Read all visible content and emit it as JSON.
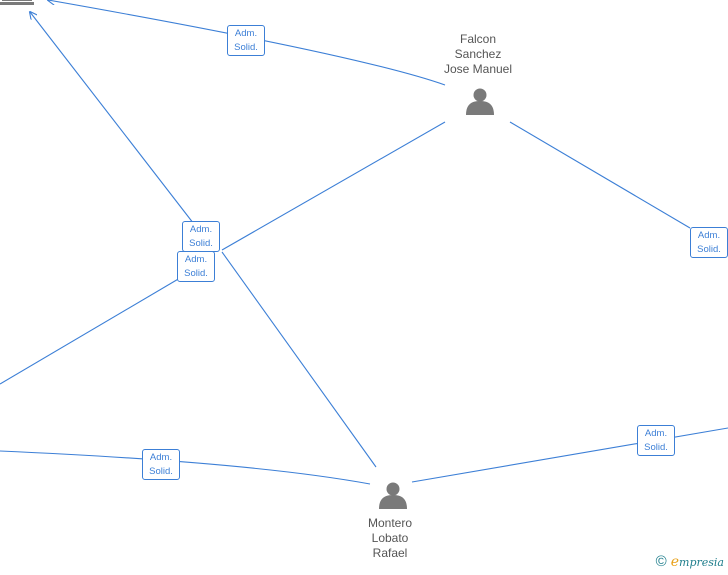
{
  "nodes": {
    "falcon": {
      "name": [
        "Falcon",
        "Sanchez",
        "Jose Manuel"
      ],
      "icon": "person-icon"
    },
    "montero": {
      "name": [
        "Montero",
        "Lobato",
        "Rafael"
      ],
      "icon": "person-icon"
    },
    "company_top_left": {
      "icon": "building-icon"
    }
  },
  "edge_labels": {
    "top": [
      "Adm.",
      "Solid."
    ],
    "center_upper": [
      "Adm.",
      "Solid."
    ],
    "center_lower": [
      "Adm.",
      "Solid."
    ],
    "right": [
      "Adm.",
      "Solid."
    ],
    "bottom_left": [
      "Adm.",
      "Solid."
    ],
    "bottom_right": [
      "Adm.",
      "Solid."
    ]
  },
  "footer": {
    "copyright": "©",
    "brand_initial": "e",
    "brand_rest": "mpresia"
  },
  "colors": {
    "edge": "#3c7fd6",
    "icon": "#7a7a7a",
    "text": "#555555"
  }
}
